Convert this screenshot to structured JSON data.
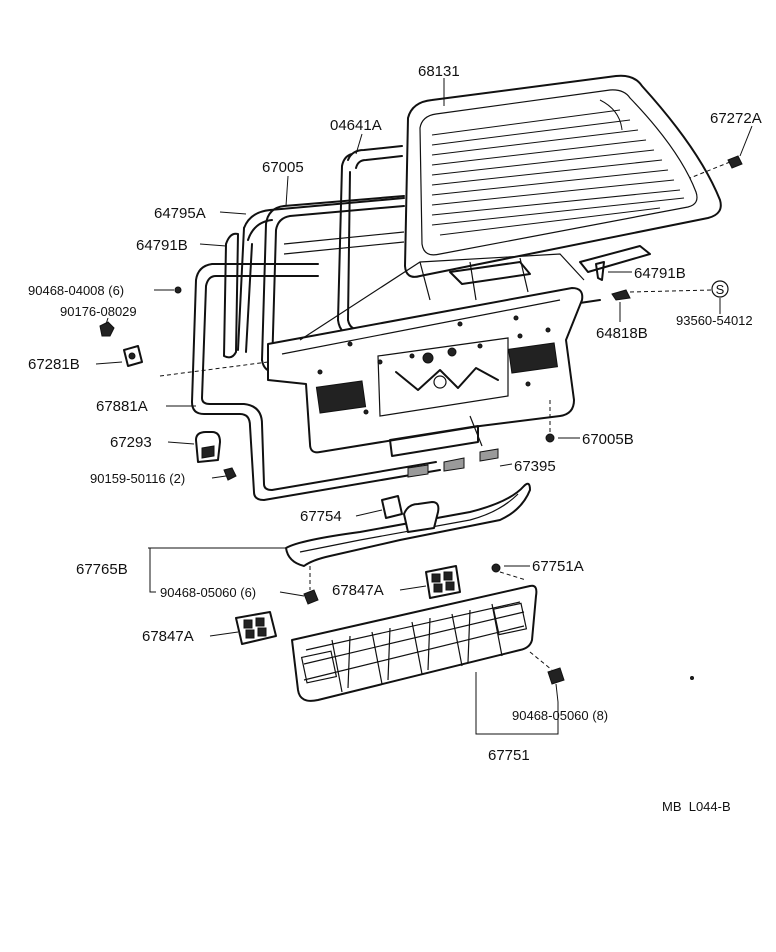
{
  "labels": {
    "p68131": "68131",
    "p04641A": "04641A",
    "p67272A": "67272A",
    "p67005": "67005",
    "p64795A": "64795A",
    "p64791B_left": "64791B",
    "p64791B_right": "64791B",
    "p90468_04008": "90468-04008 (6)",
    "p93560_54012": "93560-54012",
    "p90176_08029": "90176-08029",
    "p64818B": "64818B",
    "p67281B": "67281B",
    "p67881A": "67881A",
    "p67293": "67293",
    "p67005B": "67005B",
    "p90159_50116": "90159-50116 (2)",
    "p67395": "67395",
    "p67754": "67754",
    "p67765B": "67765B",
    "p67751A": "67751A",
    "p90468_05060_6": "90468-05060 (6)",
    "p67847A_right": "67847A",
    "p67847A_left": "67847A",
    "p90468_05060_8": "90468-05060 (8)",
    "p67751": "67751",
    "s_symbol": "S"
  },
  "footer": {
    "code": "MB  L044-B"
  },
  "colors": {
    "ink": "#111111",
    "background": "#ffffff"
  }
}
